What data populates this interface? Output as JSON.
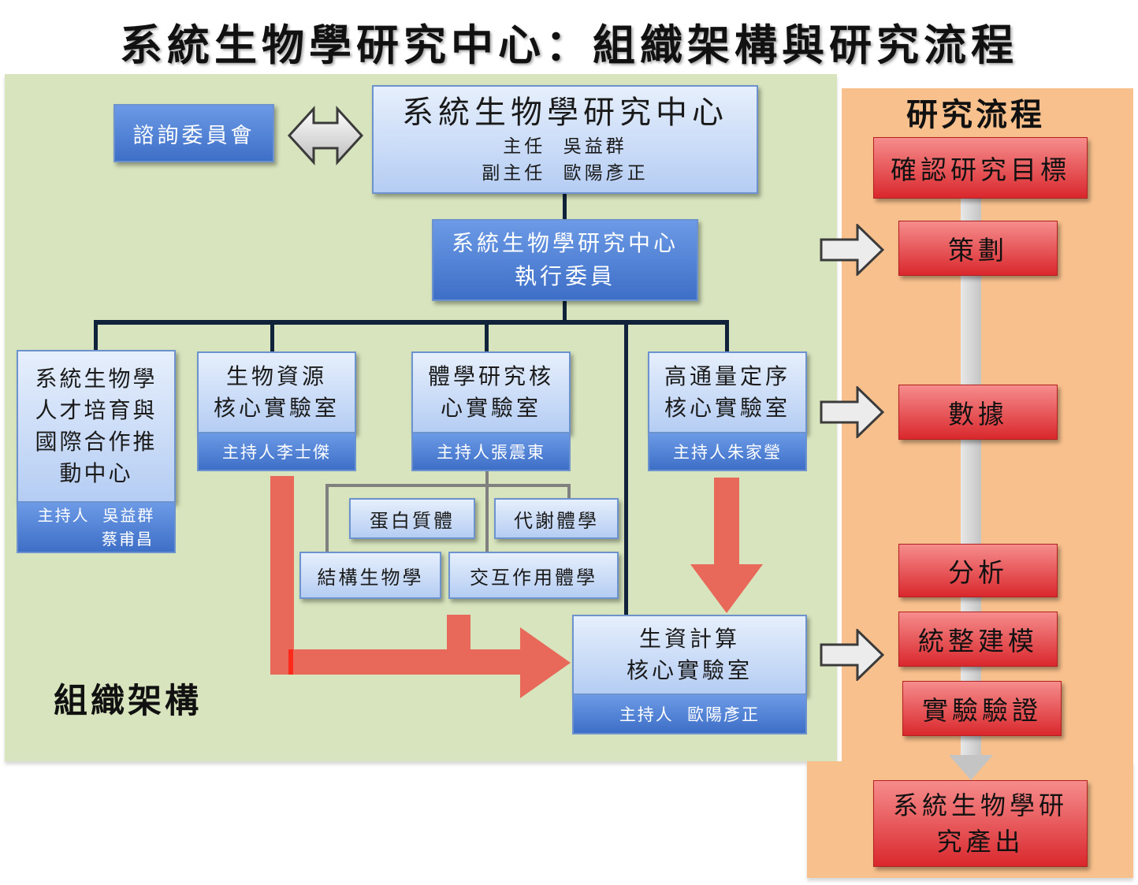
{
  "title": "系統生物學研究中心：組織架構與研究流程",
  "org": {
    "section_label": "組織架構",
    "advisory": "諮詢委員會",
    "center": {
      "name": "系統生物學研究中心",
      "director": "主任  吳益群",
      "deputy": "副主任  歐陽彥正"
    },
    "executive": {
      "line1": "系統生物學研究中心",
      "line2": "執行委員"
    },
    "talent": {
      "line1": "系統生物學",
      "line2": "人才培育與",
      "line3": "國際合作推",
      "line4": "動中心",
      "pi_line1": "主持人  吳益群",
      "pi_line2": "蔡甫昌"
    },
    "bioresource": {
      "line1": "生物資源",
      "line2": "核心實驗室",
      "pi": "主持人李士傑"
    },
    "omics": {
      "line1": "體學研究核",
      "line2": "心實驗室",
      "pi": "主持人張震東"
    },
    "sequencing": {
      "line1": "高通量定序",
      "line2": "核心實驗室",
      "pi": "主持人朱家瑩"
    },
    "omics_subunits": {
      "proteomics": "蛋白質體",
      "metabolomics": "代謝體學",
      "structural": "結構生物學",
      "interactomics": "交互作用體學"
    },
    "bioinfo": {
      "line1": "生資計算",
      "line2": "核心實驗室",
      "pi": "主持人  歐陽彥正"
    }
  },
  "flow": {
    "header": "研究流程",
    "steps": {
      "confirm": "確認研究目標",
      "plan": "策劃",
      "data": "數據",
      "analysis": "分析",
      "model": "統整建模",
      "validate": "實驗驗證",
      "output_line1": "系統生物學研",
      "output_line2": "究產出"
    }
  },
  "colors": {
    "org_bg": "#d7e4bd",
    "flow_bg": "#f8c08d",
    "box_blue": "#b5cdf3",
    "box_red": "#d9282d",
    "arrow_red": "#e8695a"
  }
}
